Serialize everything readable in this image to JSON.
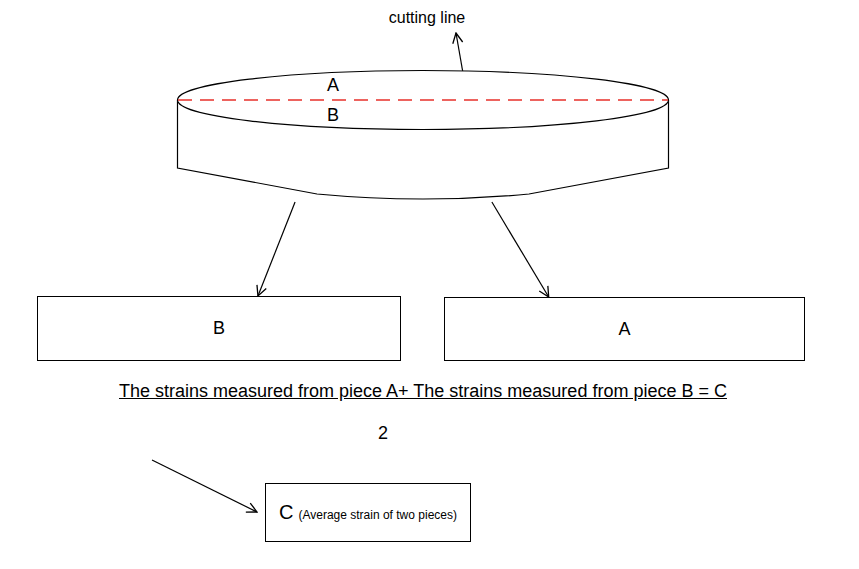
{
  "diagram": {
    "nodes": [
      {
        "text": [
          "A",
          "B"
        ]
      },
      {
        "text": [
          "B"
        ]
      },
      {
        "text": [
          "A"
        ]
      },
      {
        "text": [
          "C",
          "(Average strain of two pieces)"
        ]
      }
    ],
    "edges": [
      {
        "from": 0,
        "to": 1,
        "arrow": "to"
      },
      {
        "from": 0,
        "to": 2,
        "arrow": "to"
      }
    ],
    "labels": [
      "cutting line",
      "The strains measured from piece A+ The strains measured from piece B = C",
      "2"
    ]
  }
}
